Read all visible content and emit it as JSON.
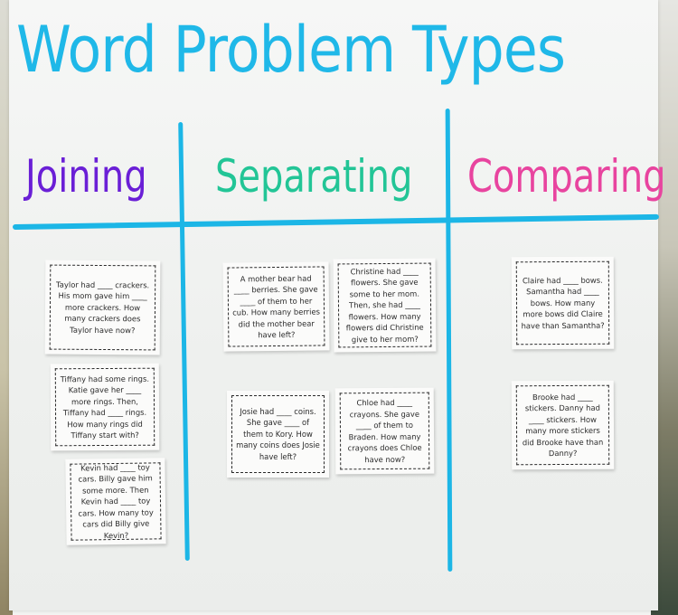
{
  "chart": {
    "title": "Word Problem Types",
    "title_color": "#1fb8e8",
    "line_color": "#1cb6e6",
    "columns": [
      {
        "heading": "Joining",
        "color": "#6a1fd6",
        "cards": [
          "Taylor had ____ crackers. His mom gave him ____ more crackers. How many crackers does Taylor have now?",
          "Tiffany had some rings. Katie gave her ____ more rings. Then, Tiffany had ____ rings. How many rings did Tiffany start with?",
          "Kevin had ____ toy cars. Billy gave him some more. Then Kevin had ____ toy cars. How many toy cars did Billy give Kevin?"
        ]
      },
      {
        "heading": "Separating",
        "color": "#22c596",
        "cards": [
          "A mother bear had ____ berries. She gave ____ of them to her cub. How many berries did the mother bear have left?",
          "Christine had ____ flowers. She gave some to her mom. Then, she had ____ flowers. How many flowers did Christine give to her mom?",
          "Josie had ____ coins. She gave ____ of them to Kory. How many coins does Josie have left?",
          "Chloe had ____ crayons. She gave ____ of them to Braden. How many crayons does Chloe have now?"
        ]
      },
      {
        "heading": "Comparing",
        "color": "#e8449f",
        "cards": [
          "Claire had ____ bows. Samantha had ____ bows. How many more bows did Claire have than Samantha?",
          "Brooke had ____ stickers. Danny had ____ stickers. How many more stickers did Brooke have than Danny?"
        ]
      }
    ]
  }
}
